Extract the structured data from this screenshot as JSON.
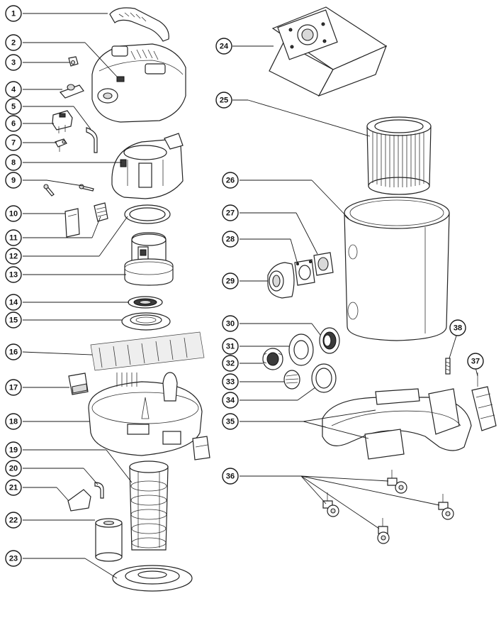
{
  "diagram": {
    "labels": [
      {
        "num": "1",
        "part": "handle"
      },
      {
        "num": "2",
        "part": "motor-head-cover"
      },
      {
        "num": "3",
        "part": "small-clip"
      },
      {
        "num": "4",
        "part": "switch-bracket"
      },
      {
        "num": "5",
        "part": "bent-pin"
      },
      {
        "num": "6",
        "part": "switch"
      },
      {
        "num": "7",
        "part": "screw-clip"
      },
      {
        "num": "8",
        "part": "motor-housing"
      },
      {
        "num": "9",
        "part": "screws"
      },
      {
        "num": "10",
        "part": "flap"
      },
      {
        "num": "11",
        "part": "cable-holder"
      },
      {
        "num": "12",
        "part": "gasket-ring"
      },
      {
        "num": "13",
        "part": "motor"
      },
      {
        "num": "14",
        "part": "spring-washer"
      },
      {
        "num": "15",
        "part": "seal-ring"
      },
      {
        "num": "16",
        "part": "foam-filter"
      },
      {
        "num": "17",
        "part": "latch"
      },
      {
        "num": "18",
        "part": "head-base"
      },
      {
        "num": "19",
        "part": "filter-cage"
      },
      {
        "num": "20",
        "part": "hook"
      },
      {
        "num": "21",
        "part": "clip"
      },
      {
        "num": "22",
        "part": "cylinder-filter"
      },
      {
        "num": "23",
        "part": "bottom-plate"
      },
      {
        "num": "24",
        "part": "paper-bag"
      },
      {
        "num": "25",
        "part": "pleated-filter"
      },
      {
        "num": "26",
        "part": "tank"
      },
      {
        "num": "27",
        "part": "square-gasket"
      },
      {
        "num": "28",
        "part": "inlet-plate"
      },
      {
        "num": "29",
        "part": "inlet-elbow"
      },
      {
        "num": "30",
        "part": "outlet-nut"
      },
      {
        "num": "31",
        "part": "outlet-flange"
      },
      {
        "num": "32",
        "part": "locking-nut"
      },
      {
        "num": "33",
        "part": "grille"
      },
      {
        "num": "34",
        "part": "o-ring"
      },
      {
        "num": "35",
        "part": "trolley-frame"
      },
      {
        "num": "36",
        "part": "caster-wheels"
      },
      {
        "num": "37",
        "part": "accessory-holder"
      },
      {
        "num": "38",
        "part": "spring-pin"
      }
    ],
    "colors": {
      "line": "#1a1a1a",
      "accent": "#c0392b",
      "fill": "#ffffff"
    }
  }
}
